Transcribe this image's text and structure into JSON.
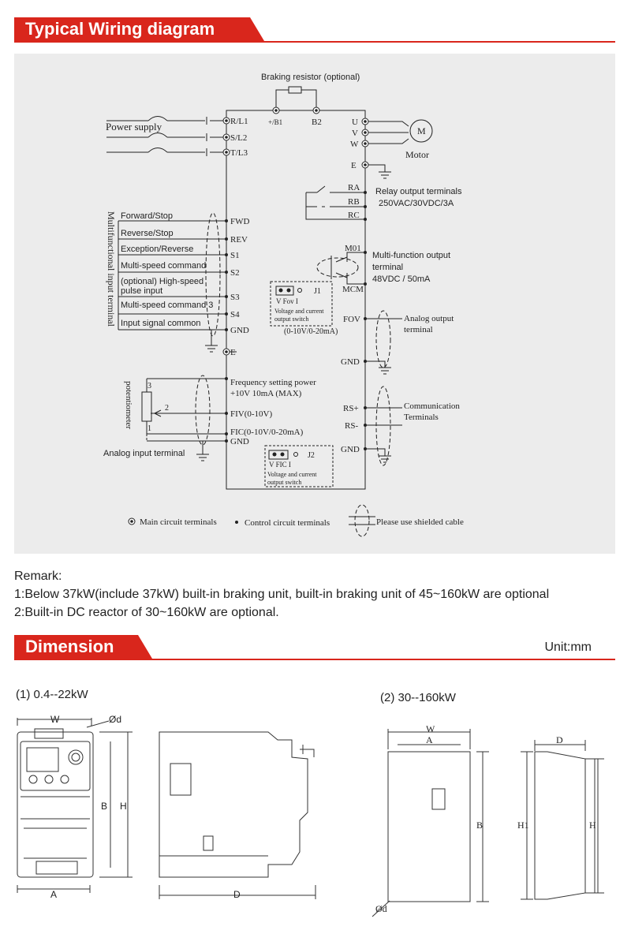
{
  "sections": {
    "wiring_title": "Typical Wiring diagram",
    "dimension_title": "Dimension",
    "unit": "Unit:mm"
  },
  "wiring": {
    "braking_resistor": "Braking resistor (optional)",
    "power_supply": "Power supply",
    "motor": "Motor",
    "motor_symbol": "M",
    "terminals_left_top": [
      "R/L1",
      "S/L2",
      "T/L3"
    ],
    "brake_terminals": [
      "+/B1",
      "B2"
    ],
    "motor_terminals": [
      "U",
      "V",
      "W"
    ],
    "earth": "E",
    "relay_terminals": [
      "RA",
      "RB",
      "RC"
    ],
    "relay_label_1": "Relay output terminals",
    "relay_label_2": "250VAC/30VDC/3A",
    "multifunction_vertical": "Multifunctional input terminal",
    "inputs": [
      {
        "label": "Forward/Stop",
        "terminal": "FWD"
      },
      {
        "label": "Reverse/Stop",
        "terminal": "REV"
      },
      {
        "label": "Exception/Reverse",
        "terminal": "S1"
      },
      {
        "label": "Multi-speed command",
        "terminal": "S2"
      },
      {
        "label": "(optional) High-speed",
        "terminal": "S3"
      },
      {
        "label": "pulse input",
        "terminal": ""
      },
      {
        "label": "Multi-speed command 3",
        "terminal": "S4"
      },
      {
        "label": "Input signal common",
        "terminal": "GND"
      }
    ],
    "earth_left": "E",
    "m01": "M01",
    "mcm": "MCM",
    "mf_output_1": "Multi-function output",
    "mf_output_2": "terminal",
    "mf_output_3": "48VDC / 50mA",
    "j1": "J1",
    "j1_labels": "V  Fov  I",
    "j1_caption_1": "Voltage and current",
    "j1_caption_2": "output switch",
    "j1_range": "(0-10V/0-20mA)",
    "fov": "FOV",
    "analog_output_1": "Analog output",
    "analog_output_2": "terminal",
    "gnd": "GND",
    "rs_plus": "RS+",
    "rs_minus": "RS-",
    "comm_1": "Communication",
    "comm_2": "Terminals",
    "freq_power_1": "Frequency setting power",
    "freq_power_2": "+10V  10mA (MAX)",
    "fiv": "FIV(0-10V)",
    "fic": "FIC(0-10V/0-20mA)",
    "potentiometer": "potentiometer",
    "pot_pins": [
      "3",
      "2",
      "1"
    ],
    "analog_input": "Analog input terminal",
    "j2": "J2",
    "j2_labels": "V  FIC  I",
    "j2_caption_1": "Voltage and current",
    "j2_caption_2": "output switch",
    "legend_main": "Main circuit terminals",
    "legend_control": "Control circuit terminals",
    "legend_shield": "Please use shielded cable"
  },
  "remarks": {
    "heading": "Remark:",
    "line1": "1:Below 37kW(include 37kW) built-in braking unit, built-in braking unit of 45~160kW are optional",
    "line2": "2:Built-in DC reactor of 30~160kW are optional."
  },
  "dimension": {
    "small_title": "(1) 0.4--22kW",
    "large_title": "(2) 30--160kW",
    "small_labels": {
      "W": "W",
      "phi": "Ød",
      "B": "B",
      "H": "H",
      "A": "A",
      "D": "D"
    },
    "large_labels": {
      "W": "W",
      "A": "A",
      "B": "B",
      "H1": "H1",
      "H": "H",
      "D": "D",
      "phi": "Ød"
    }
  }
}
